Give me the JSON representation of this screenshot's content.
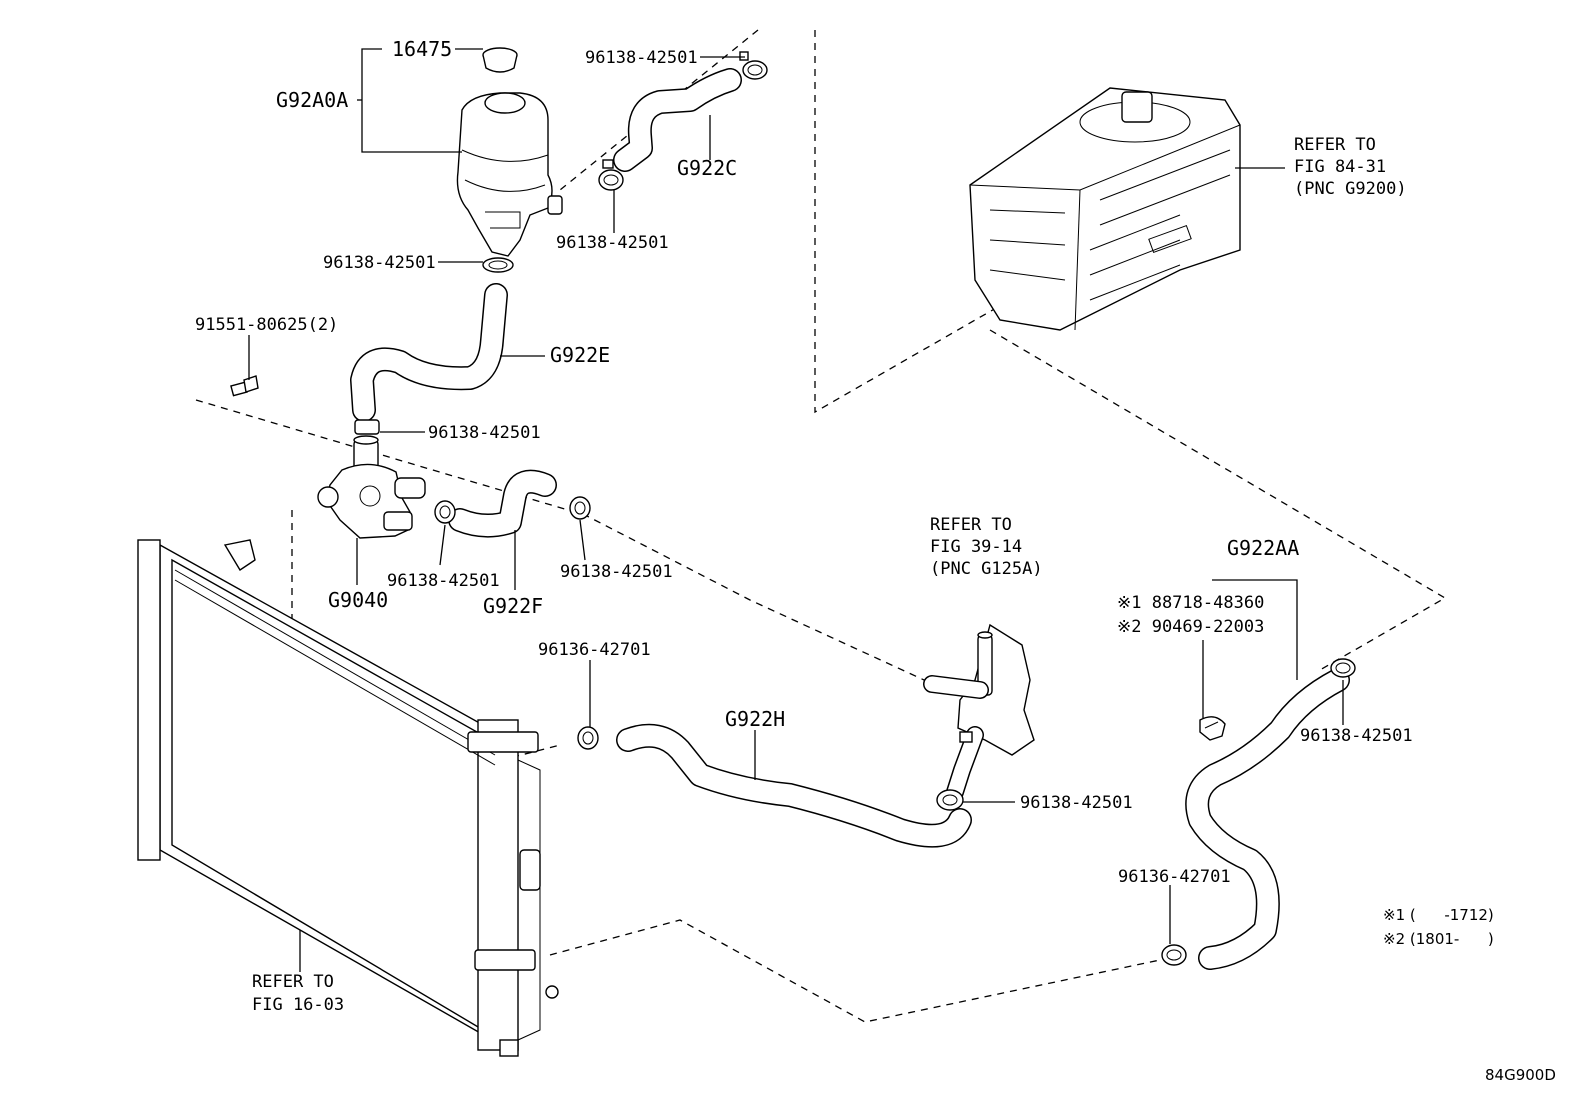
{
  "callouts": {
    "cap": "16475",
    "reservoir": "G92A0A",
    "hose_c": "G922C",
    "hose_e": "G922E",
    "hose_f": "G922F",
    "hose_h": "G922H",
    "hose_aa": "G922AA",
    "pump": "G9040",
    "bolt": "91551-80625(2)",
    "clamp_a": "96138-42501",
    "clamp_b": "96138-42501",
    "clamp_c": "96138-42501",
    "clamp_d": "96138-42501",
    "clamp_e": "96138-42501",
    "clamp_f": "96138-42501",
    "clamp_g": "96138-42501",
    "clamp_h": "96138-42501",
    "clamp_big_1": "96136-42701",
    "clamp_big_2": "96136-42701",
    "clip_1": "※1 88718-48360",
    "clip_2": "※2 90469-22003"
  },
  "references": {
    "inverter": [
      "REFER TO",
      "FIG 84-31",
      "(PNC G9200)"
    ],
    "cooler": [
      "REFER TO",
      "FIG 39-14",
      "(PNC G125A)"
    ],
    "radiator": [
      "REFER TO",
      "FIG 16-03"
    ]
  },
  "notes": {
    "note_1": "※1 (      -1712)",
    "note_2": "※2 (1801-      )"
  },
  "figure_id": "84G900D"
}
